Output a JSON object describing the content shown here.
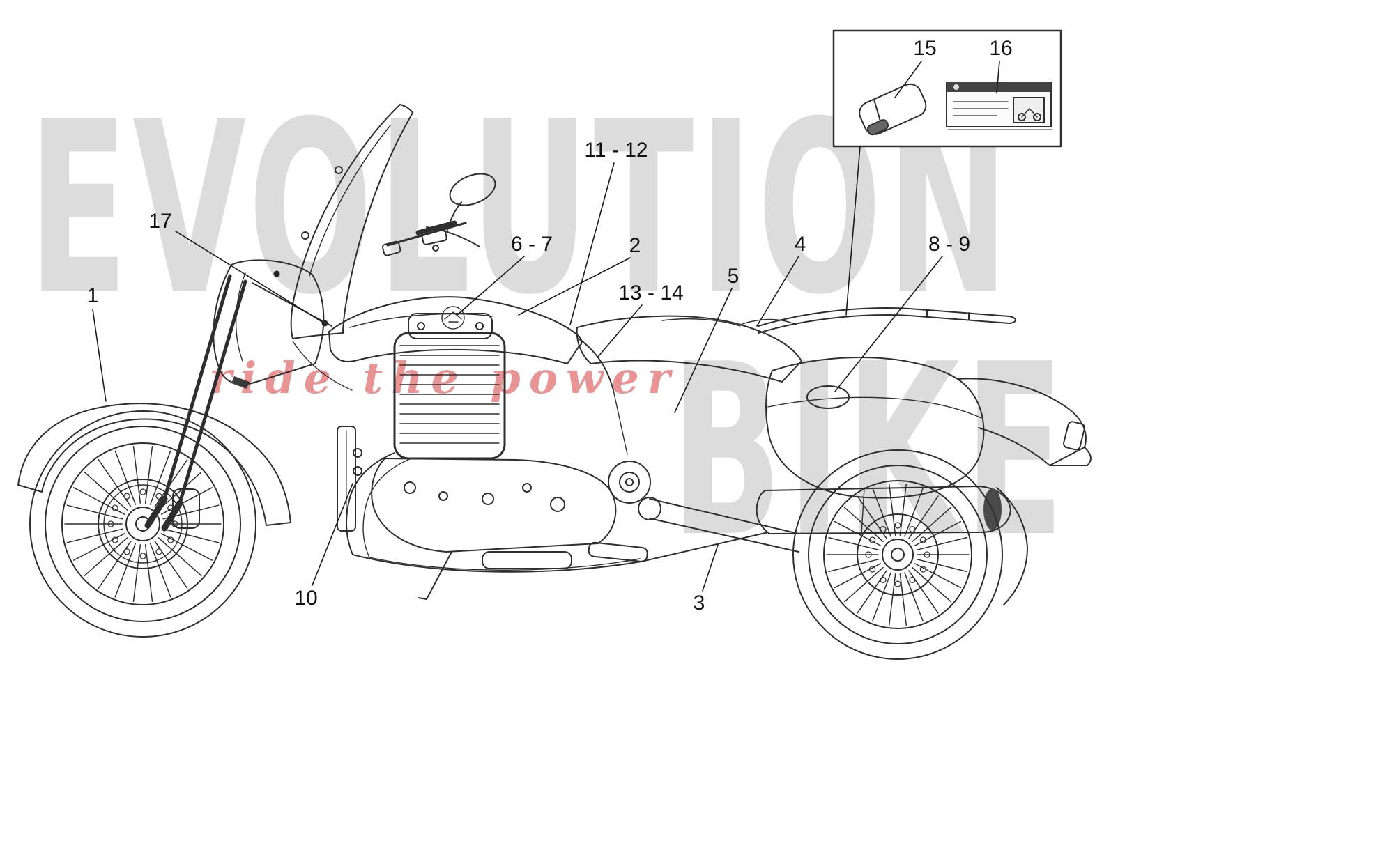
{
  "watermark": {
    "word_top": "EVOLUTION",
    "word_bottom": "BIKE",
    "tagline": "ride the power",
    "color": "#dcdcdc",
    "tagline_color": "rgba(214,60,60,0.55)"
  },
  "callouts": [
    {
      "label": "1"
    },
    {
      "label": "17"
    },
    {
      "label": "6 - 7"
    },
    {
      "label": "2"
    },
    {
      "label": "11 - 12"
    },
    {
      "label": "13 - 14"
    },
    {
      "label": "5"
    },
    {
      "label": "4"
    },
    {
      "label": "8 - 9"
    },
    {
      "label": "3"
    },
    {
      "label": "10"
    },
    {
      "label": "15"
    },
    {
      "label": "16"
    }
  ]
}
